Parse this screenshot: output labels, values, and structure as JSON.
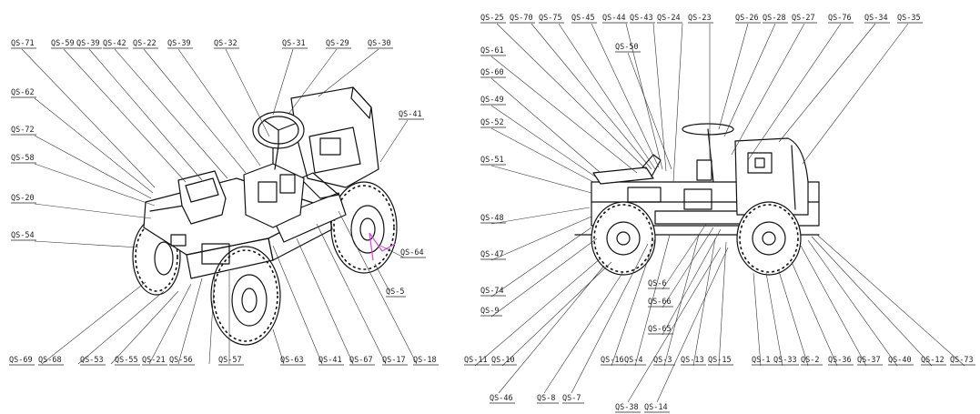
{
  "colors": {
    "ink": "#111111",
    "label": "#222222",
    "axis_marker": "#e040e0",
    "background": "#ffffff"
  },
  "left_view": {
    "labels": [
      {
        "text": "QS-71"
      },
      {
        "text": "QS-59"
      },
      {
        "text": "QS-39"
      },
      {
        "text": "QS-42"
      },
      {
        "text": "QS-22"
      },
      {
        "text": "QS-39"
      },
      {
        "text": "QS-32"
      },
      {
        "text": "QS-31"
      },
      {
        "text": "QS-29"
      },
      {
        "text": "QS-30"
      },
      {
        "text": "QS-62"
      },
      {
        "text": "QS-72"
      },
      {
        "text": "QS-58"
      },
      {
        "text": "QS-20"
      },
      {
        "text": "QS-54"
      },
      {
        "text": "QS-41"
      },
      {
        "text": "QS-64"
      },
      {
        "text": "QS-5"
      },
      {
        "text": "QS-69"
      },
      {
        "text": "QS-68"
      },
      {
        "text": "QS-53"
      },
      {
        "text": "QS-55"
      },
      {
        "text": "QS-21"
      },
      {
        "text": "QS-56"
      },
      {
        "text": "QS-57"
      },
      {
        "text": "QS-63"
      },
      {
        "text": "QS-41"
      },
      {
        "text": "QS-67"
      },
      {
        "text": "QS-17"
      },
      {
        "text": "QS-18"
      }
    ]
  },
  "right_view": {
    "labels": [
      {
        "text": "QS-25"
      },
      {
        "text": "QS-70"
      },
      {
        "text": "QS-75"
      },
      {
        "text": "QS-45"
      },
      {
        "text": "QS-44"
      },
      {
        "text": "QS-43"
      },
      {
        "text": "QS-24"
      },
      {
        "text": "QS-23"
      },
      {
        "text": "QS-26"
      },
      {
        "text": "QS-28"
      },
      {
        "text": "QS-27"
      },
      {
        "text": "QS-76"
      },
      {
        "text": "QS-34"
      },
      {
        "text": "QS-35"
      },
      {
        "text": "QS-61"
      },
      {
        "text": "QS-50"
      },
      {
        "text": "QS-60"
      },
      {
        "text": "QS-49"
      },
      {
        "text": "QS-52"
      },
      {
        "text": "QS-51"
      },
      {
        "text": "QS-48"
      },
      {
        "text": "QS-47"
      },
      {
        "text": "QS-74"
      },
      {
        "text": "QS-9"
      },
      {
        "text": "QS-6"
      },
      {
        "text": "QS-66"
      },
      {
        "text": "QS-65"
      },
      {
        "text": "QS-11"
      },
      {
        "text": "QS-10"
      },
      {
        "text": "QS-16"
      },
      {
        "text": "QS-4"
      },
      {
        "text": "QS-3"
      },
      {
        "text": "QS-13"
      },
      {
        "text": "QS-15"
      },
      {
        "text": "QS-1"
      },
      {
        "text": "QS-33"
      },
      {
        "text": "QS-2"
      },
      {
        "text": "QS-36"
      },
      {
        "text": "QS-37"
      },
      {
        "text": "QS-40"
      },
      {
        "text": "QS-12"
      },
      {
        "text": "QS-73"
      },
      {
        "text": "QS-46"
      },
      {
        "text": "QS-8"
      },
      {
        "text": "QS-7"
      },
      {
        "text": "QS-38"
      },
      {
        "text": "QS-14"
      }
    ]
  }
}
